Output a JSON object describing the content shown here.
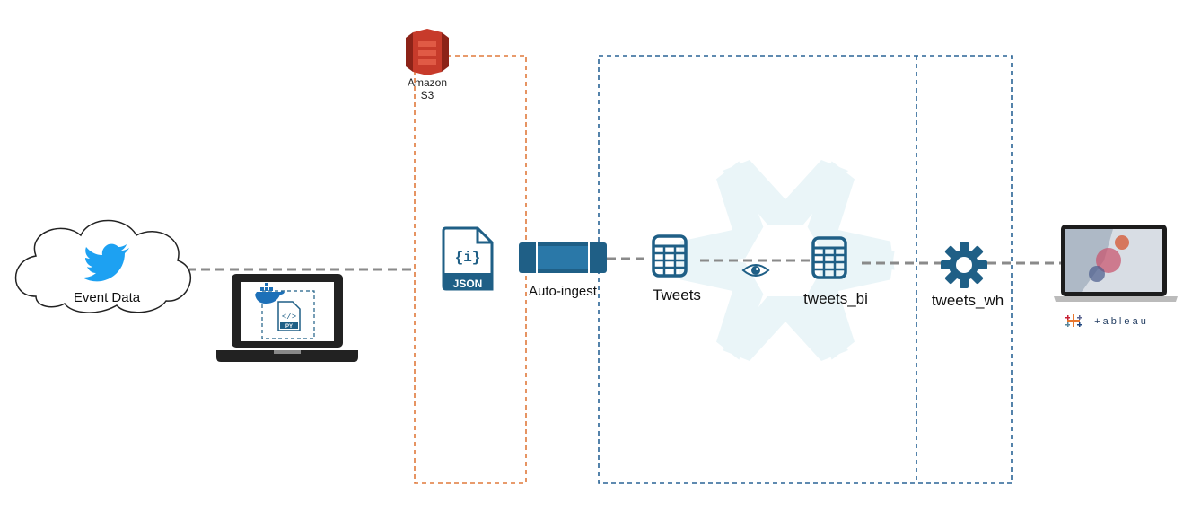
{
  "nodes": {
    "event_source": {
      "label": "Event Data",
      "icon": "twitter-bird-icon"
    },
    "producer": {
      "icon": "laptop-icon",
      "file_tag": "PY",
      "container_icon": "docker-whale-icon"
    },
    "s3": {
      "label_line1": "Amazon",
      "label_line2": "S3",
      "icon": "amazon-s3-icon"
    },
    "json_file": {
      "label": "JSON",
      "glyph": "{i}",
      "icon": "json-file-icon"
    },
    "pipe": {
      "label": "Auto-ingest",
      "icon": "pipe-icon"
    },
    "tweets_table": {
      "label": "Tweets",
      "icon": "table-icon"
    },
    "view": {
      "icon": "eye-icon"
    },
    "tweets_bi_table": {
      "label": "tweets_bi",
      "icon": "table-icon"
    },
    "warehouse": {
      "label": "tweets_wh",
      "icon": "gear-icon"
    },
    "dashboard": {
      "icon": "laptop-dashboard-icon",
      "logo_text": "+ a b l e a u",
      "logo": "tableau-logo"
    }
  },
  "colors": {
    "s3_boundary": "#e07a3c",
    "snowflake_boundary": "#2a6496",
    "connector": "#8a8a8a",
    "icon_blue": "#1f5f86",
    "twitter_blue": "#1da1f2",
    "snowflake_watermark": "#eaf5f8",
    "s3_red": "#c73b2b"
  }
}
